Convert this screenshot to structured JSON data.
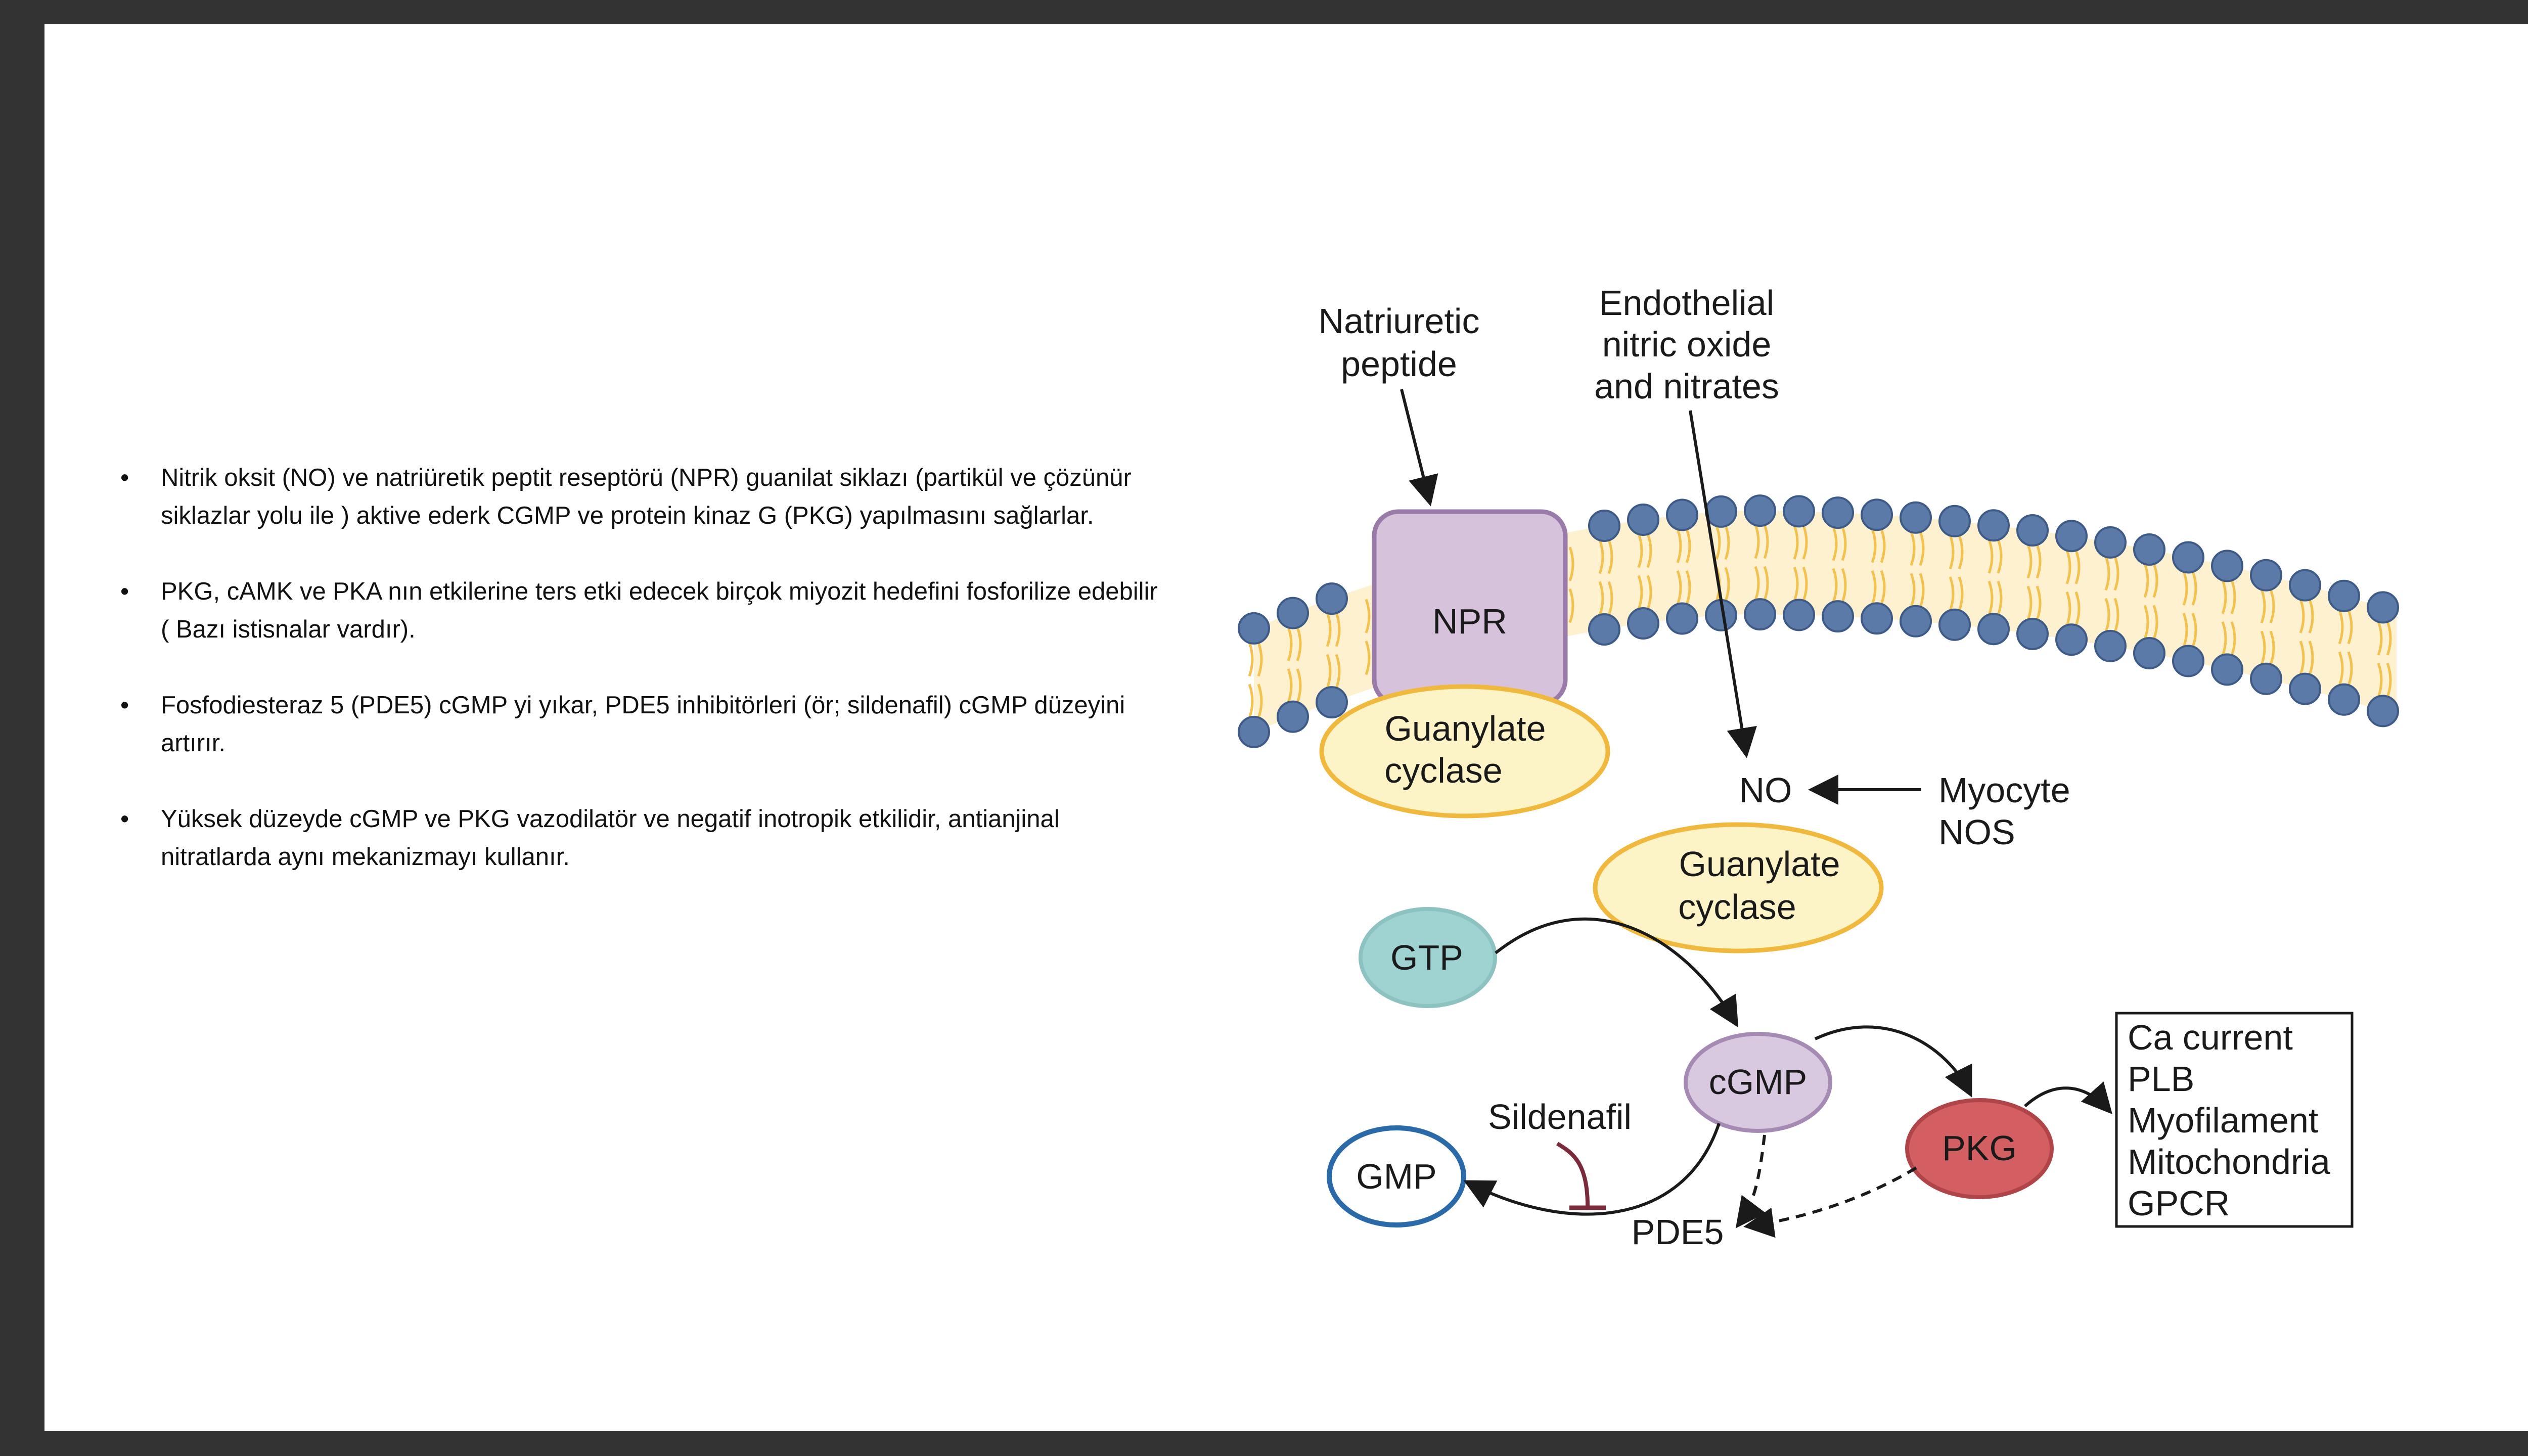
{
  "bullets": [
    "Nitrik oksit (NO) ve natriüretik peptit reseptörü (NPR) guanilat siklazı (partikül ve çözünür siklazlar yolu ile ) aktive ederk CGMP ve protein kinaz G (PKG) yapılmasını sağlarlar.",
    "PKG, cAMK ve PKA nın etkilerine ters etki edecek birçok miyozit hedefini fosforilize edebilir ( Bazı istisnalar vardır).",
    "Fosfodiesteraz 5 (PDE5) cGMP yi yıkar, PDE5 inhibitörleri (ör; sildenafil) cGMP düzeyini artırır.",
    "Yüksek düzeyde cGMP ve PKG vazodilatör ve negatif inotropik etkilidir, antianjinal nitratlarda aynı mekanizmayı kullanır."
  ],
  "diagram": {
    "natriuretic_peptide": [
      "Natriuretic",
      "peptide"
    ],
    "endothelial_no": [
      "Endothelial",
      "nitric oxide",
      "and nitrates"
    ],
    "npr": "NPR",
    "guanylate_cyclase_membrane": [
      "Guanylate",
      "cyclase"
    ],
    "no": "NO",
    "myocyte_nos": [
      "Myocyte",
      "NOS"
    ],
    "guanylate_cyclase_soluble": [
      "Guanylate",
      "cyclase"
    ],
    "gtp": "GTP",
    "cgmp": "cGMP",
    "pkg": "PKG",
    "gmp": "GMP",
    "sildenafil": "Sildenafil",
    "pde5": "PDE5",
    "targets": [
      "Ca current",
      "PLB",
      "Myofilament",
      "Mitochondria",
      "GPCR"
    ]
  },
  "colors": {
    "membrane_head": "#5b7aa8",
    "membrane_tail": "#f2c14e",
    "membrane_fill": "#fdf1cf",
    "npr_fill": "#d6c3db",
    "npr_stroke": "#9a7aa8",
    "cyclase_fill": "#fcf3c6",
    "cyclase_stroke": "#f0b93e",
    "gtp_fill": "#9fd3d1",
    "cgmp_fill": "#d8c8e0",
    "pkg_fill": "#d35f62",
    "gmp_stroke": "#2a6aa8",
    "inhibit": "#7a2a3a"
  }
}
